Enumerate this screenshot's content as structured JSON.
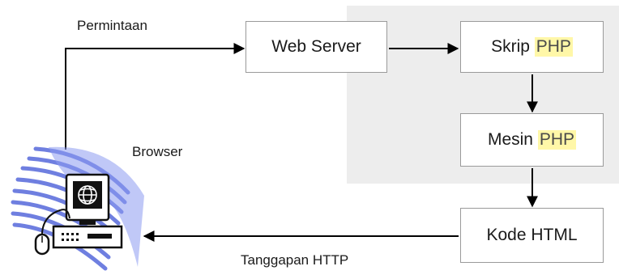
{
  "labels": {
    "request": "Permintaan",
    "browser": "Browser",
    "response": "Tanggapan HTTP"
  },
  "boxes": {
    "web_server": "Web Server",
    "skrip_php": {
      "prefix": "Skrip ",
      "highlight": "PHP"
    },
    "mesin_php": {
      "prefix": "Mesin ",
      "highlight": "PHP"
    },
    "kode_html": "Kode HTML"
  },
  "icons": {
    "client": "computer-icon",
    "browser_screen": "globe-icon"
  },
  "colors": {
    "server_zone": "#ededed",
    "highlight": "#fff7a8",
    "arrow": "#000000",
    "box_border": "#9a9a9a",
    "computer_waves": "#6f7fe0",
    "computer_body": "#ffffff"
  }
}
